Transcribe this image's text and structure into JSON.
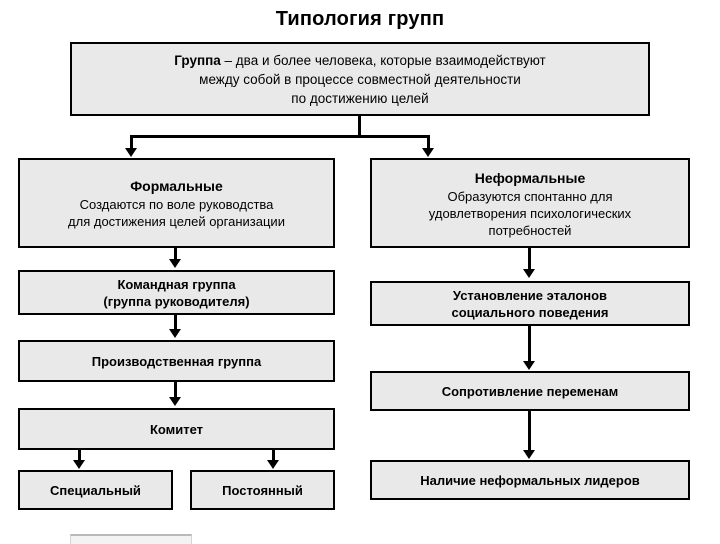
{
  "page": {
    "title": "Типология групп",
    "box_fill": "#e9e9e9",
    "border_color": "#000000",
    "background": "#ffffff"
  },
  "definition": {
    "lead": "Группа",
    "line1_rest": " – два и более человека, которые взаимодействуют",
    "line2": "между собой в процессе совместной деятельности",
    "line3": "по достижению целей"
  },
  "branches": {
    "formal": {
      "head_title": "Формальные",
      "head_sub_line1": "Создаются по воле руководства",
      "head_sub_line2": "для достижения целей организации",
      "nodes": [
        {
          "line1": "Командная группа",
          "line2": "(группа руководителя)"
        },
        {
          "line1": "Производственная группа",
          "line2": ""
        },
        {
          "line1": "Комитет",
          "line2": ""
        }
      ],
      "committee_types": [
        {
          "label": "Специальный"
        },
        {
          "label": "Постоянный"
        }
      ]
    },
    "informal": {
      "head_title": "Неформальные",
      "head_sub_line1": "Образуются  спонтанно для",
      "head_sub_line2": "удовлетворения психологических",
      "head_sub_line3": "потребностей",
      "nodes": [
        {
          "line1": "Установление эталонов",
          "line2": "социального поведения"
        },
        {
          "line1": "Сопротивление переменам",
          "line2": ""
        },
        {
          "line1": "Наличие неформальных лидеров",
          "line2": ""
        }
      ]
    }
  }
}
